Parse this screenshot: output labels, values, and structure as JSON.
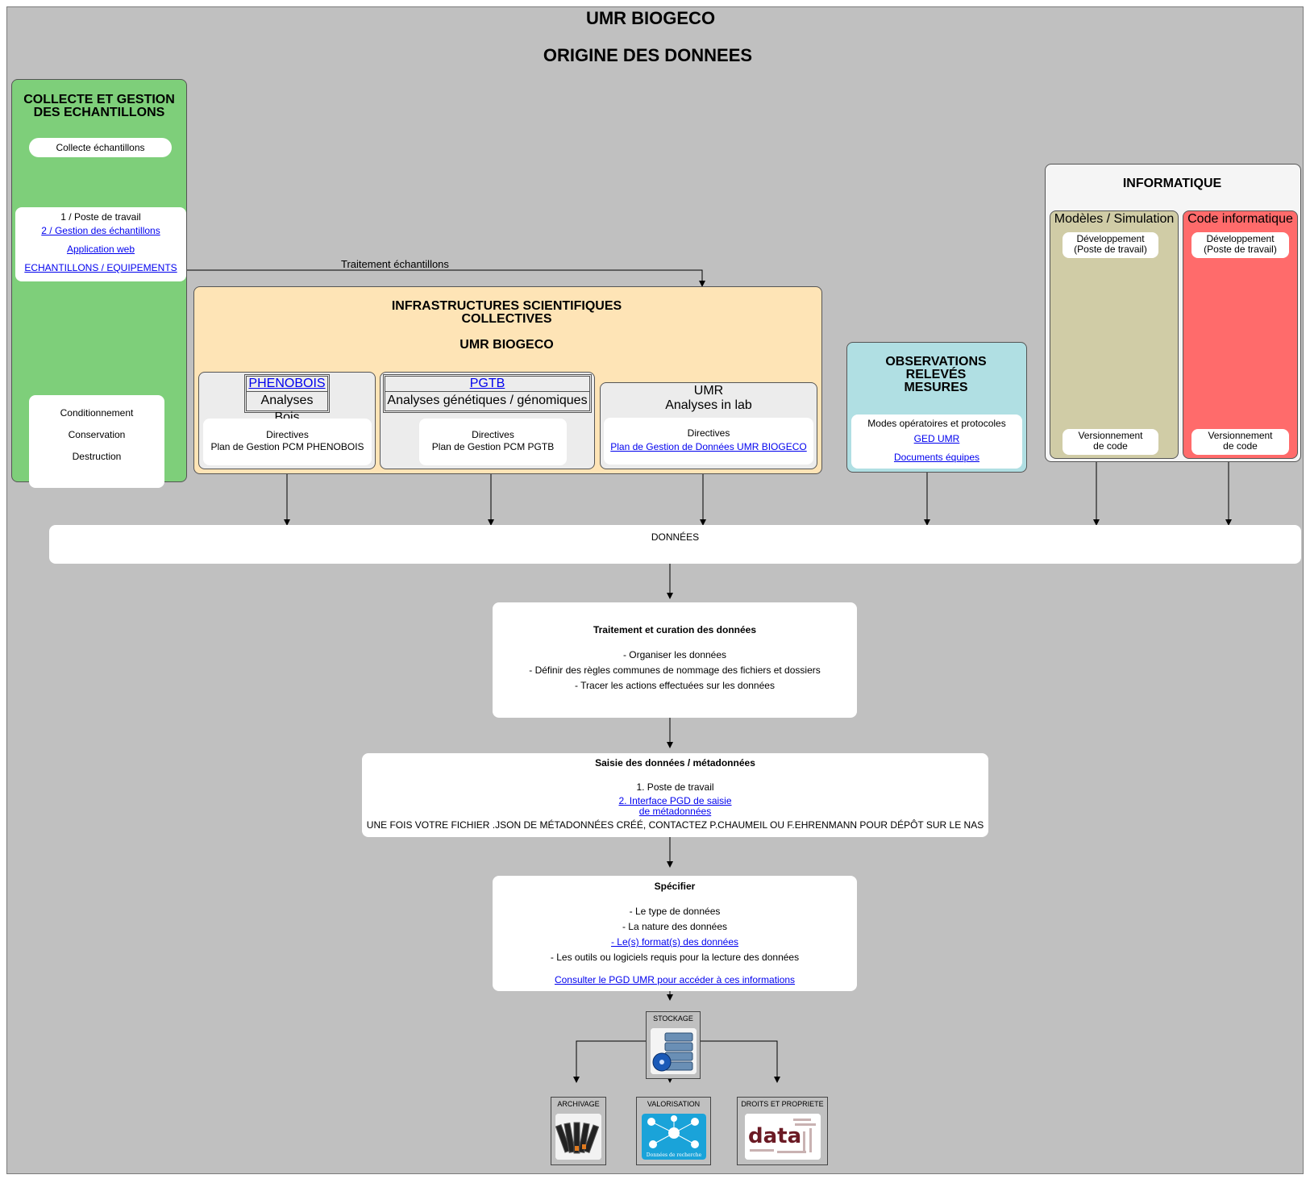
{
  "title1": "UMR BIOGECO",
  "title2": "ORIGINE DES DONNEES",
  "collecte": {
    "title_l1": "COLLECTE ET GESTION",
    "title_l2": "DES ECHANTILLONS",
    "collecte_echantillons": "Collecte échantillons",
    "poste_travail": "1 / Poste de travail",
    "gestion_echantillons": "2 / Gestion des échantillons",
    "application_web": "Application web",
    "echantillons_equipements": "ECHANTILLONS / EQUIPEMENTS",
    "conditionnement": "Conditionnement",
    "conservation": "Conservation",
    "destruction": "Destruction"
  },
  "traitement_echantillons": "Traitement échantillons",
  "infra": {
    "title_l1": "INFRASTRUCTURES SCIENTIFIQUES",
    "title_l2": "COLLECTIVES",
    "title_l3": "UMR BIOGECO",
    "phenobois": {
      "name": "PHENOBOIS",
      "sub": "Analyses Bois",
      "directives": "Directives",
      "plan": "Plan de Gestion PCM PHENOBOIS"
    },
    "pgtb": {
      "name": "PGTB",
      "sub": "Analyses génétiques / génomiques",
      "directives": "Directives",
      "plan": "Plan de Gestion PCM PGTB"
    },
    "umr": {
      "name": "UMR",
      "sub": "Analyses in lab",
      "directives": "Directives",
      "plan": "Plan de Gestion de Données UMR BIOGECO"
    }
  },
  "observations": {
    "title_l1": "OBSERVATIONS",
    "title_l2": "RELEVÉS",
    "title_l3": "MESURES",
    "modes": "Modes opératoires et protocoles",
    "ged": "GED UMR",
    "documents": "Documents équipes"
  },
  "informatique": {
    "title": "INFORMATIQUE",
    "modeles": {
      "title": "Modèles / Simulation",
      "dev_l1": "Développement",
      "dev_l2": "(Poste de travail)",
      "ver_l1": "Versionnement",
      "ver_l2": "de code"
    },
    "code": {
      "title": "Code informatique",
      "dev_l1": "Développement",
      "dev_l2": "(Poste de travail)",
      "ver_l1": "Versionnement",
      "ver_l2": "de code"
    }
  },
  "donnees": "DONNÉES",
  "curation": {
    "title": "Traitement et curation des données",
    "items": [
      "- Organiser les données",
      "- Définir des règles communes de nommage des fichiers et dossiers",
      "- Tracer les actions effectuées sur les données"
    ]
  },
  "saisie": {
    "title": "Saisie des données / métadonnées",
    "poste": "1. Poste de travail",
    "interface_l1": "2. Interface PGD de saisie",
    "interface_l2": "de métadonnées",
    "note": "UNE FOIS VOTRE FICHIER .JSON DE MÉTADONNÉES CRÉÉ, CONTACTEZ P.CHAUMEIL OU F.EHRENMANN POUR DÉPÔT SUR LE NAS"
  },
  "specifier": {
    "title": "Spécifier",
    "type": "- Le type de données",
    "nature": "- La nature des données",
    "formats": "- Le(s) format(s) des données",
    "outils": "- Les outils ou logiciels requis pour la lecture des données",
    "consulter": "Consulter le PGD UMR pour accéder à ces informations"
  },
  "stockage": "STOCKAGE",
  "archivage": "ARCHIVAGE",
  "valorisation": "VALORISATION",
  "droits": "DROITS ET PROPRIETE",
  "valorisation_caption": "Données de recherche",
  "droits_word": "data",
  "colors": {
    "background": "#c0c0c0",
    "collecte": "#7ecf7a",
    "infra": "#fee4b6",
    "observations": "#b0dfe3",
    "informatique": "#f5f5f5",
    "modeles": "#d0cca6",
    "code": "#ff6b6b",
    "link": "#0000ee"
  }
}
